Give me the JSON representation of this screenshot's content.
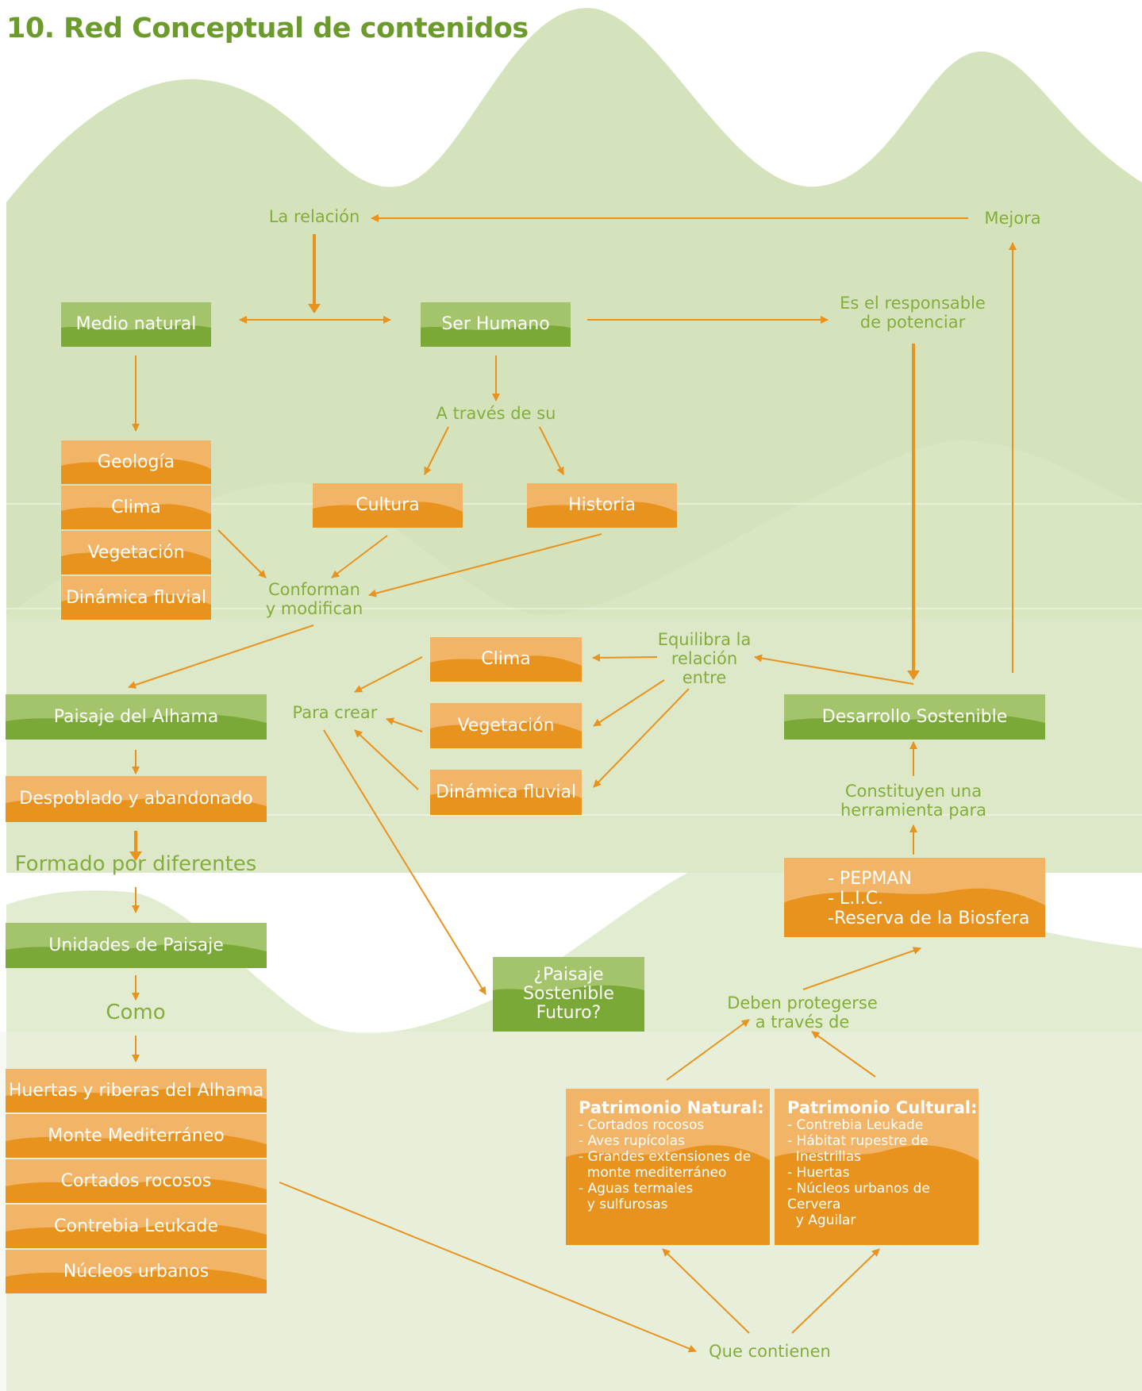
{
  "title": "10. Red Conceptual de contenidos",
  "colors": {
    "green": "#7aa937",
    "green_light": "#a3c46b",
    "orange": "#e8931e",
    "orange_light": "#f2b467",
    "label": "#84ad3a",
    "arrow": "#e8931e",
    "mountain": "#d5e3bc"
  },
  "nodes": {
    "la_relacion": "La relación",
    "mejora": "Mejora",
    "medio_natural": "Medio natural",
    "ser_humano": "Ser Humano",
    "es_responsable": "Es el responsable\nde potenciar",
    "a_traves": "A través de su",
    "geologia": "Geología",
    "clima": "Clima",
    "vegetacion": "Vegetación",
    "dinamica": "Dinámica fluvial",
    "cultura": "Cultura",
    "historia": "Historia",
    "conforman": "Conforman\ny modifican",
    "equilibra": "Equilibra la\nrelación\nentre",
    "clima2": "Clima",
    "vegetacion2": "Vegetación",
    "dinamica2": "Dinámica fluvial",
    "para_crear": "Para crear",
    "paisaje_alhama": "Paisaje del Alhama",
    "desarrollo": "Desarrollo Sostenible",
    "despoblado": "Despoblado y abandonado",
    "formado": "Formado por diferentes",
    "constituyen": "Constituyen una\nherramienta para",
    "unidades": "Unidades de Paisaje",
    "como": "Como",
    "paisaje_futuro": "¿Paisaje\nSostenible\nFuturo?",
    "deben": "Deben protegerse\na través de",
    "que_contienen": "Que contienen"
  },
  "protection": [
    "- PEPMAN",
    "- L.I.C.",
    "-Reserva de la Biosfera"
  ],
  "unidades_list": [
    "Huertas y riberas del Alhama",
    "Monte Mediterráneo",
    "Cortados rocosos",
    "Contrebia Leukade",
    "Núcleos urbanos"
  ],
  "patrimonio_natural": {
    "title": "Patrimonio Natural:",
    "items": [
      "- Cortados rocosos",
      "- Aves rupícolas",
      "- Grandes extensiones de",
      "  monte mediterráneo",
      "- Aguas termales",
      "  y sulfurosas"
    ]
  },
  "patrimonio_cultural": {
    "title": "Patrimonio Cultural:",
    "items": [
      "- Contrebia Leukade",
      "- Hábitat rupestre de",
      "  Inestrillas",
      "- Huertas",
      "- Núcleos urbanos de",
      "Cervera",
      "  y Aguilar"
    ]
  }
}
